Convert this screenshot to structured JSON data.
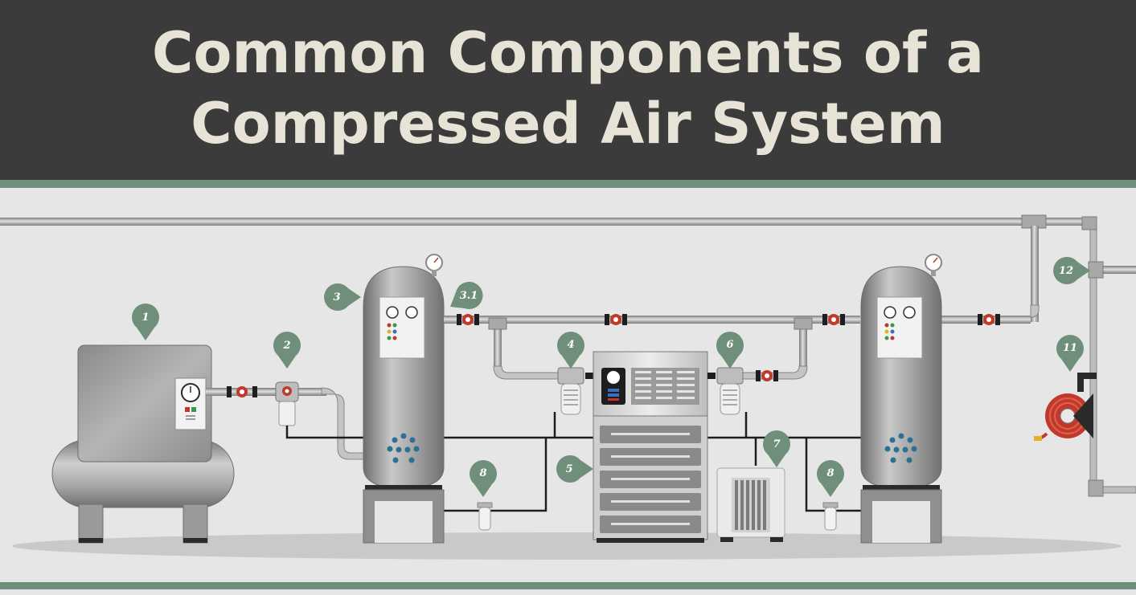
{
  "header": {
    "title_line1": "Common Components of a",
    "title_line2": "Compressed Air System"
  },
  "colors": {
    "header_bg": "#3b3b3b",
    "title_text": "#e7e3d6",
    "accent_band": "#6f8f7a",
    "marker": "#6f8f7a",
    "valve": "#c0392b",
    "pipe": "#9a9a9a",
    "drain_line": "#1e1e1e",
    "water_drops": "#2f6f8f"
  },
  "markers": [
    {
      "label": "1"
    },
    {
      "label": "2"
    },
    {
      "label": "3"
    },
    {
      "label": "3.1"
    },
    {
      "label": "4"
    },
    {
      "label": "5"
    },
    {
      "label": "6"
    },
    {
      "label": "7"
    },
    {
      "label": "8"
    },
    {
      "label": "8"
    },
    {
      "label": "11"
    },
    {
      "label": "12"
    }
  ]
}
